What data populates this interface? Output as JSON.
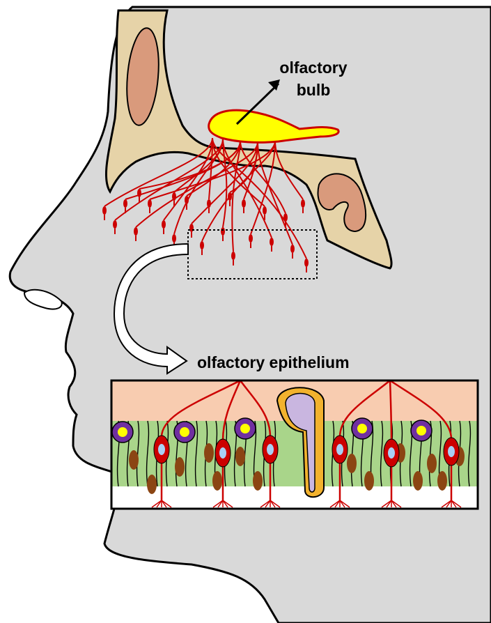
{
  "labels": {
    "bulb_line1": "olfactory",
    "bulb_line2": "bulb",
    "epithelium": "olfactory epithelium"
  },
  "colors": {
    "head": "#d9d9d9",
    "bone": "#e6d3a8",
    "sinus": "#d99a7c",
    "bulb": "#ffff00",
    "nerve": "#cc0000",
    "lamina": "#f8ccb0",
    "epithelium": "#a9d58a",
    "mucus": "#ffffff",
    "gland_duct": "#f2b22e",
    "gland_lumen": "#c9b6e0",
    "basal_cell": "#7030a0",
    "supporting_nucleus": "#8b4513",
    "neuron_nucleus": "#a9d0f5"
  },
  "icons": [
    "arrow-icon",
    "curved-arrow-icon"
  ]
}
